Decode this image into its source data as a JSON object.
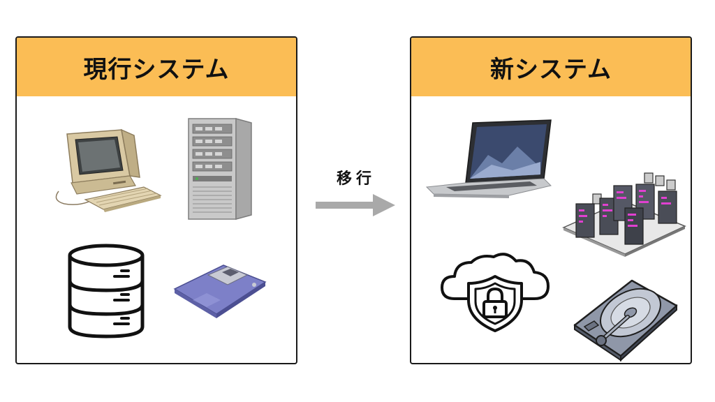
{
  "panels": {
    "current": {
      "title": "現行システム",
      "icons": [
        "retro-computer-icon",
        "tower-server-icon",
        "database-icon",
        "floppy-disk-icon"
      ]
    },
    "new": {
      "title": "新システム",
      "icons": [
        "laptop-icon",
        "server-rack-icon",
        "cloud-security-icon",
        "hard-disk-icon"
      ]
    }
  },
  "arrow": {
    "label": "移行"
  },
  "colors": {
    "header": "#fbbd55",
    "arrow": "#a9a9a9",
    "border": "#1a1a1a",
    "server_accent": "#e040d0"
  }
}
